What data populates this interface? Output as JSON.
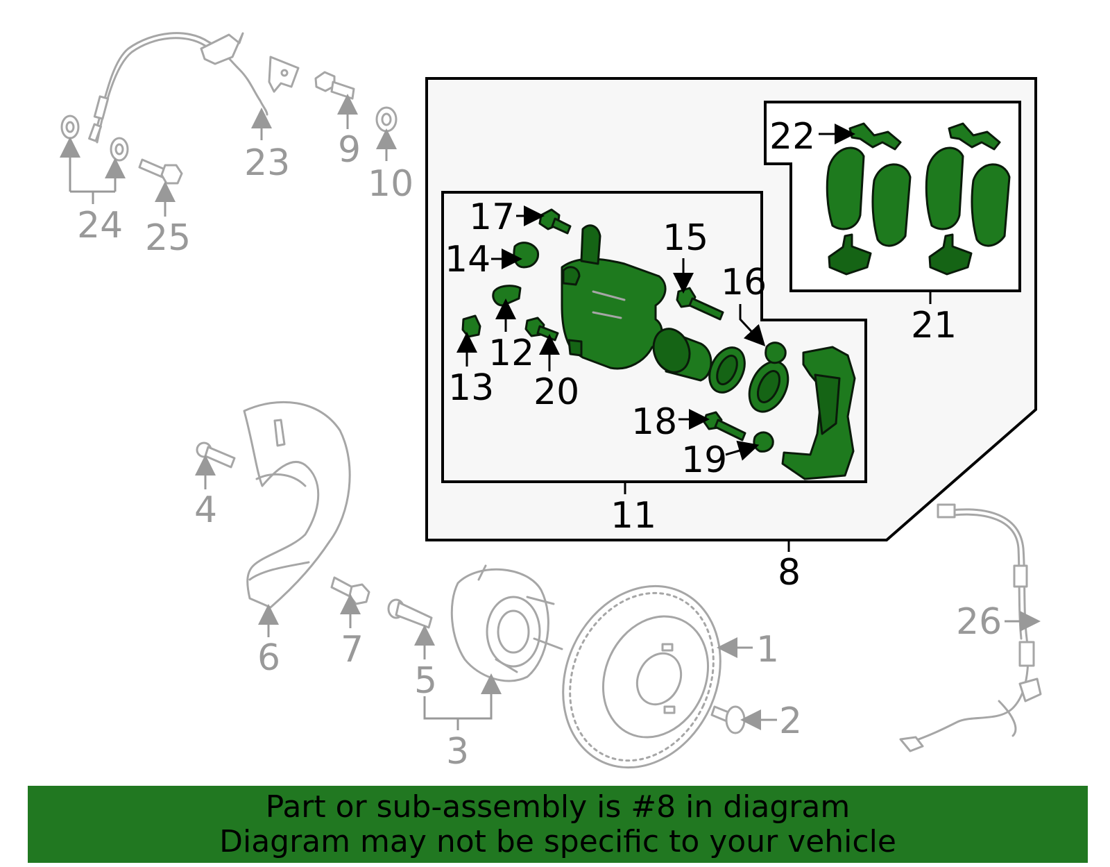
{
  "diagram": {
    "callouts": [
      {
        "id": "1",
        "label": "1",
        "highlighted": false
      },
      {
        "id": "2",
        "label": "2",
        "highlighted": false
      },
      {
        "id": "3",
        "label": "3",
        "highlighted": false
      },
      {
        "id": "4",
        "label": "4",
        "highlighted": false
      },
      {
        "id": "5",
        "label": "5",
        "highlighted": false
      },
      {
        "id": "6",
        "label": "6",
        "highlighted": false
      },
      {
        "id": "7",
        "label": "7",
        "highlighted": false
      },
      {
        "id": "8",
        "label": "8",
        "highlighted": true
      },
      {
        "id": "9",
        "label": "9",
        "highlighted": false
      },
      {
        "id": "10",
        "label": "10",
        "highlighted": false
      },
      {
        "id": "11",
        "label": "11",
        "highlighted": true
      },
      {
        "id": "12",
        "label": "12",
        "highlighted": true
      },
      {
        "id": "13",
        "label": "13",
        "highlighted": true
      },
      {
        "id": "14",
        "label": "14",
        "highlighted": true
      },
      {
        "id": "15",
        "label": "15",
        "highlighted": true
      },
      {
        "id": "16",
        "label": "16",
        "highlighted": true
      },
      {
        "id": "17",
        "label": "17",
        "highlighted": true
      },
      {
        "id": "18",
        "label": "18",
        "highlighted": true
      },
      {
        "id": "19",
        "label": "19",
        "highlighted": true
      },
      {
        "id": "20",
        "label": "20",
        "highlighted": true
      },
      {
        "id": "21",
        "label": "21",
        "highlighted": true
      },
      {
        "id": "22",
        "label": "22",
        "highlighted": true
      },
      {
        "id": "23",
        "label": "23",
        "highlighted": false
      },
      {
        "id": "24",
        "label": "24",
        "highlighted": false
      },
      {
        "id": "25",
        "label": "25",
        "highlighted": false
      },
      {
        "id": "26",
        "label": "26",
        "highlighted": false
      }
    ],
    "colors": {
      "highlight": "#1e7a1e",
      "muted": "#a6a6a6",
      "banner": "#217821",
      "panel": "#f7f7f7"
    }
  },
  "footer": {
    "line1": "Part or sub-assembly is #8 in diagram",
    "line2": "Diagram may not be specific to your vehicle"
  }
}
